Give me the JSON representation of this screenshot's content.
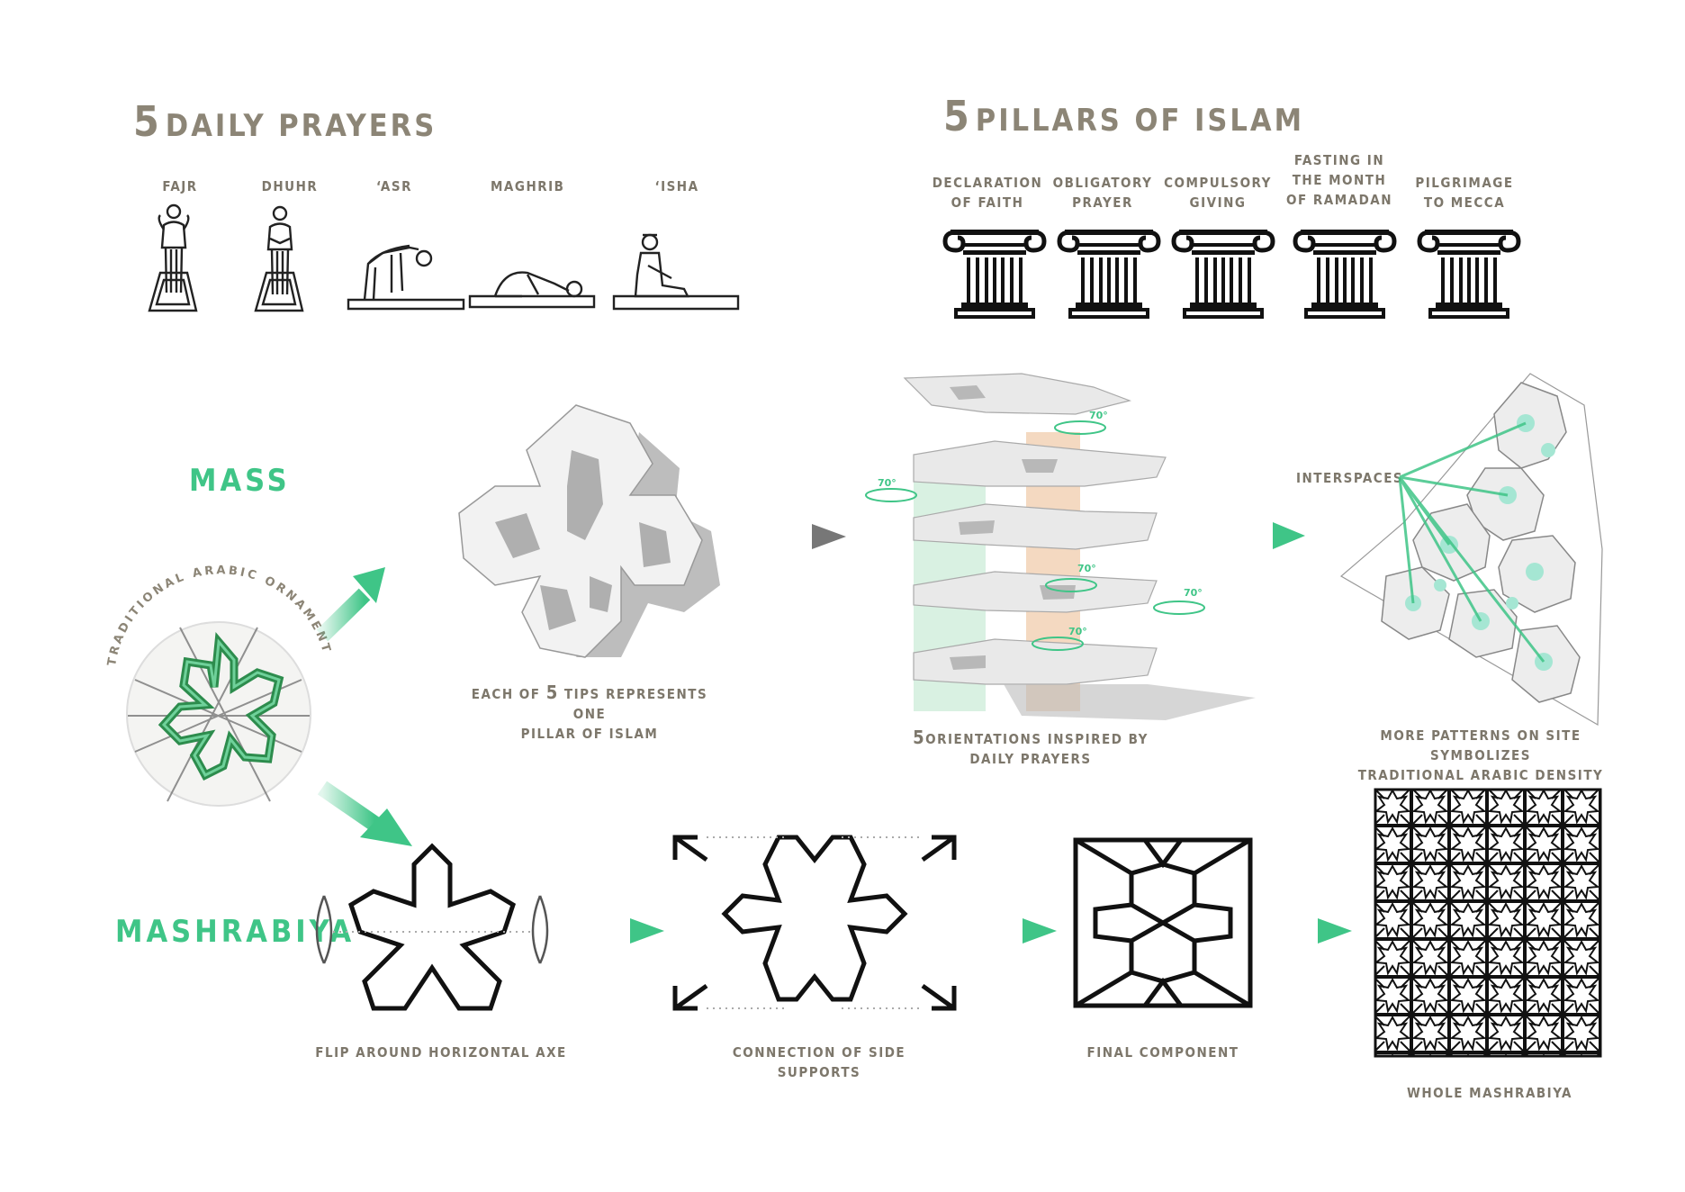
{
  "prayers": {
    "title_num": "5",
    "title": "DAILY PRAYERS",
    "items": [
      "FAJR",
      "DHUHR",
      "‘ASR",
      "MAGHRIB",
      "‘ISHA"
    ]
  },
  "pillars": {
    "title_num": "5",
    "title": "PILLARS OF ISLAM",
    "items": [
      {
        "l1": "DECLARATION",
        "l2": "OF FAITH",
        "l3": ""
      },
      {
        "l1": "OBLIGATORY",
        "l2": "PRAYER",
        "l3": ""
      },
      {
        "l1": "COMPULSORY",
        "l2": "GIVING",
        "l3": ""
      },
      {
        "l1": "FASTING IN",
        "l2": "THE MONTH",
        "l3": "OF RAMADAN"
      },
      {
        "l1": "PILGRIMAGE",
        "l2": "TO MECCA",
        "l3": ""
      }
    ]
  },
  "sections": {
    "mass": "MASS",
    "mashrabiya": "MASHRABIYA"
  },
  "ornament": {
    "arc_text": "TRADITIONAL ARABIC ORNAMENT"
  },
  "captions": {
    "tips_a": "EACH OF ",
    "tips_num": "5",
    "tips_b": " TIPS REPRESENTS ONE",
    "tips_c": "PILLAR OF ISLAM",
    "orient_num": "5",
    "orient_a": "ORIENTATIONS INSPIRED BY",
    "orient_b": "DAILY PRAYERS",
    "interspaces": "INTERSPACES",
    "density_a": "MORE PATTERNS ON SITE SYMBOLIZES",
    "density_b": "TRADITIONAL ARABIC DENSITY",
    "flip": "FLIP AROUND HORIZONTAL AXE",
    "connection": "CONNECTION OF SIDE SUPPORTS",
    "final": "FINAL COMPONENT",
    "whole": "WHOLE MASHRABIYA"
  },
  "rotation": {
    "deg1": "70°",
    "deg2": "70°",
    "deg3": "70°",
    "deg4": "70°",
    "deg5": "70°"
  },
  "colors": {
    "green": "#3fc587",
    "title_gray": "#8c8576",
    "label_gray": "#7d776b",
    "peach": "#f0c9a6"
  }
}
